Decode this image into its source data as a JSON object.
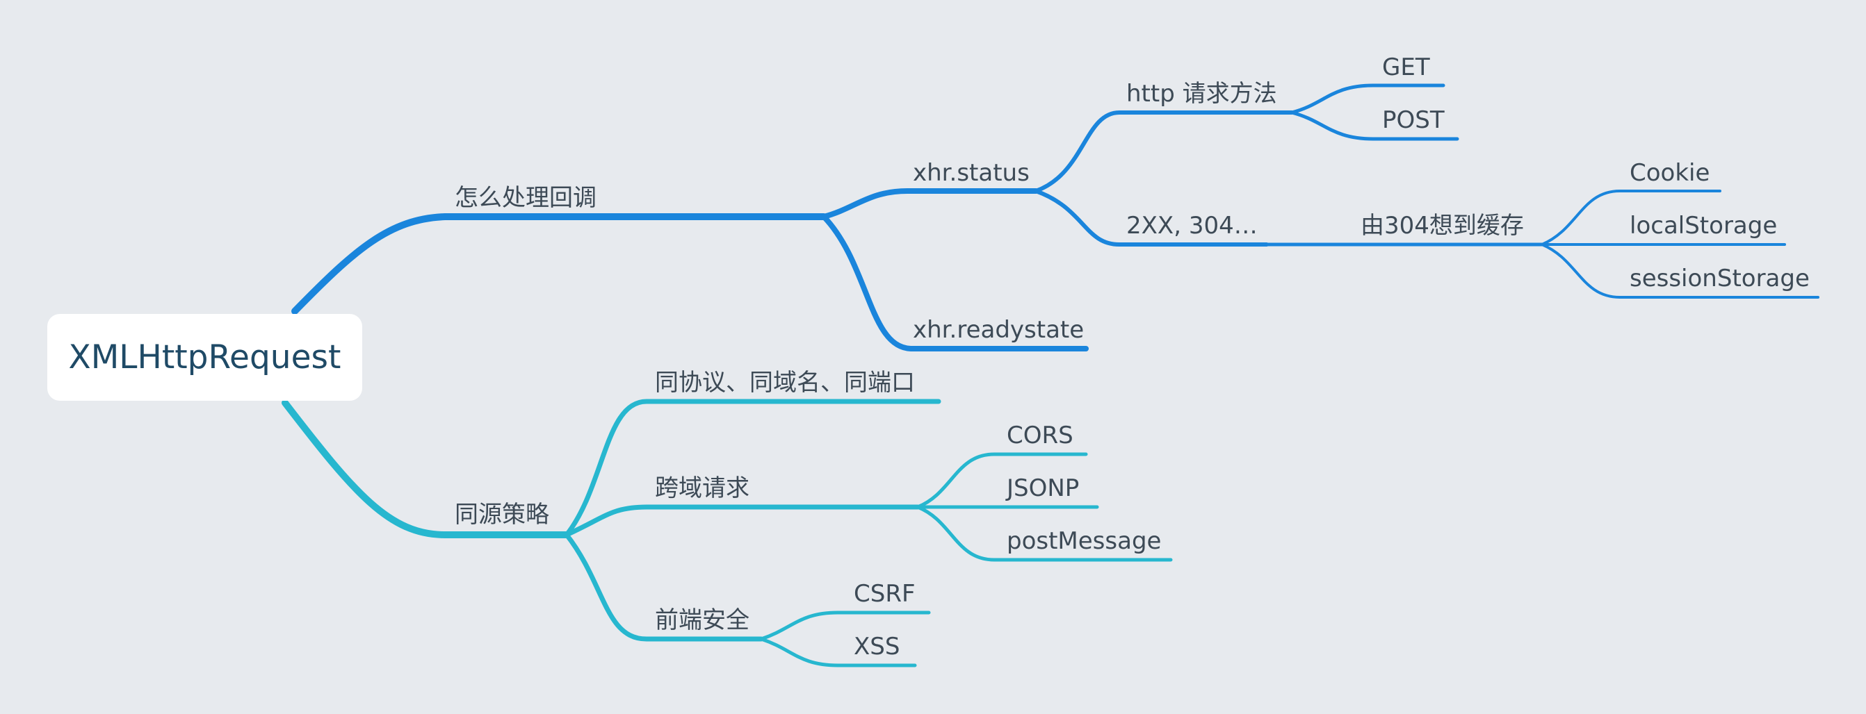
{
  "colors": {
    "background": "#e7eaee",
    "blue_branch": "#1a85dc",
    "teal_branch": "#27b7cf",
    "label_text": "#3d4a56",
    "root_text": "#1f4a66",
    "root_fill": "#ffffff"
  },
  "root": {
    "label": "XMLHttpRequest"
  },
  "callback": {
    "label": "怎么处理回调",
    "status": {
      "label": "xhr.status",
      "http_methods": {
        "label": "http  请求方法",
        "get": "GET",
        "post": "POST"
      },
      "codes": {
        "label": "2XX, 304…",
        "cache": {
          "label": "由304想到缓存",
          "cookie": "Cookie",
          "local_storage": "localStorage",
          "session_storage": "sessionStorage"
        }
      }
    },
    "ready_state": {
      "label": "xhr.readystate"
    }
  },
  "same_origin": {
    "label": "同源策略",
    "definition": {
      "label": "同协议、同域名、同端口"
    },
    "cross_domain": {
      "label": "跨域请求",
      "cors": "CORS",
      "jsonp": "JSONP",
      "post_message": "postMessage"
    },
    "security": {
      "label": "前端安全",
      "csrf": "CSRF",
      "xss": "XSS"
    }
  }
}
